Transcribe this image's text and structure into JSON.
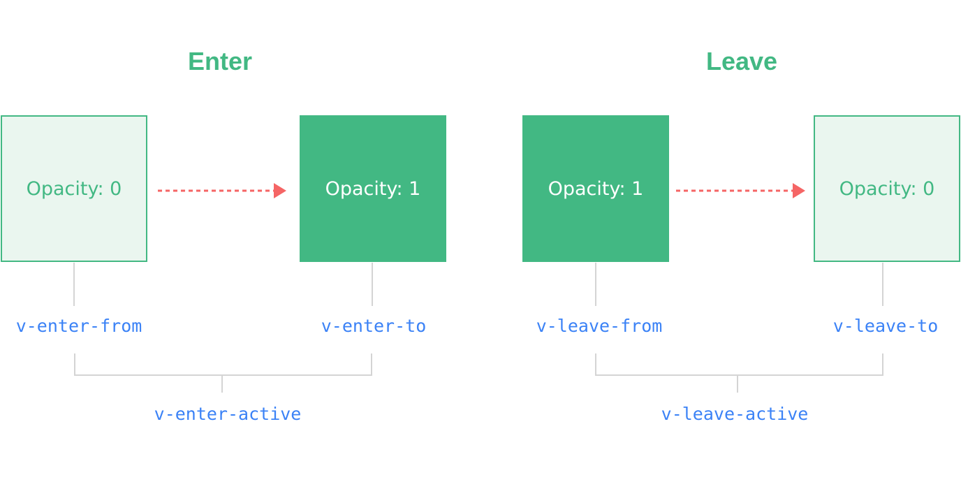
{
  "enter": {
    "heading": "Enter",
    "from_box": {
      "text": "Opacity: 0",
      "opacity": 0
    },
    "to_box": {
      "text": "Opacity: 1",
      "opacity": 1
    },
    "from_class": "v-enter-from",
    "to_class": "v-enter-to",
    "active_class": "v-enter-active"
  },
  "leave": {
    "heading": "Leave",
    "from_box": {
      "text": "Opacity: 1",
      "opacity": 1
    },
    "to_box": {
      "text": "Opacity: 0",
      "opacity": 0
    },
    "from_class": "v-leave-from",
    "to_class": "v-leave-to",
    "active_class": "v-leave-active"
  },
  "colors": {
    "accent_green": "#42b883",
    "faded_fill": "#eaf6ef",
    "arrow_red": "#f56565",
    "class_blue": "#3b82f6",
    "connector_gray": "#d4d4d4"
  }
}
